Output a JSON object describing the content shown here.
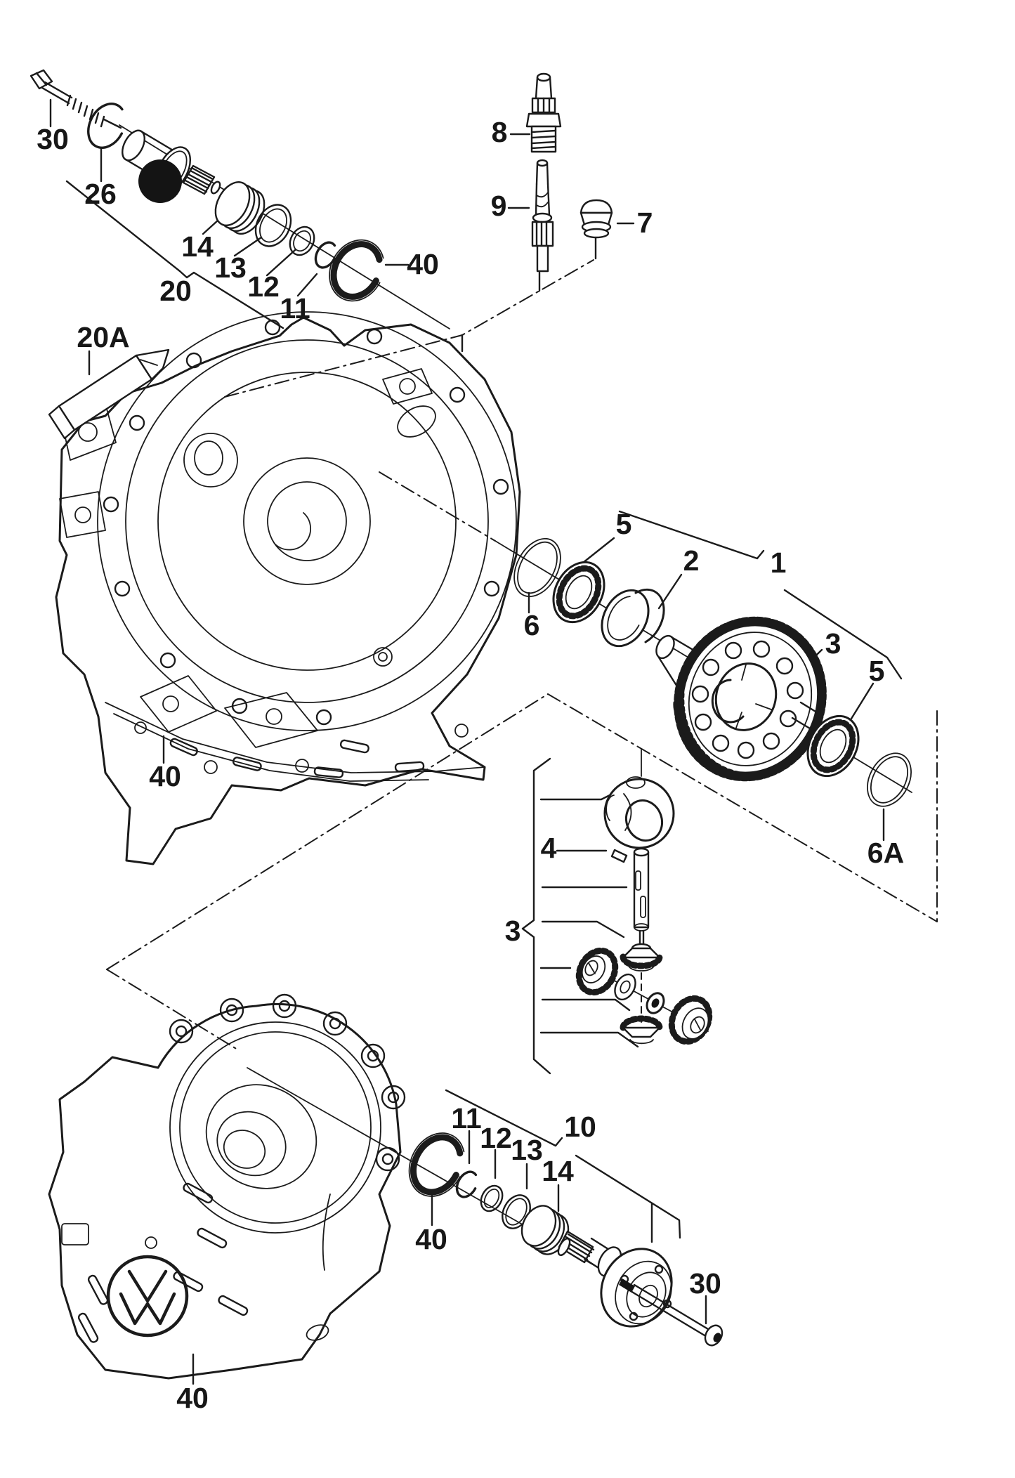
{
  "page": {
    "background": "#ffffff",
    "line_color": "#1b1b1b",
    "highlight_fill": "#141414"
  },
  "diagram": {
    "kind": "exploded-parts-diagram",
    "subject": "gearbox differential, output flange and speedometer drive",
    "brand_icon": "vw-logo-icon",
    "visible_part_numbers": [
      "1",
      "2",
      "3",
      "4",
      "5",
      "6",
      "6A",
      "7",
      "8",
      "9",
      "10",
      "11",
      "12",
      "13",
      "14",
      "20",
      "20A",
      "26",
      "30",
      "40"
    ]
  },
  "callouts": [
    {
      "id": "30-top",
      "label": "30"
    },
    {
      "id": "26",
      "label": "26"
    },
    {
      "id": "14-top",
      "label": "14"
    },
    {
      "id": "13-top",
      "label": "13"
    },
    {
      "id": "12-top",
      "label": "12"
    },
    {
      "id": "11-top",
      "label": "11"
    },
    {
      "id": "40-top-seal",
      "label": "40"
    },
    {
      "id": "20",
      "label": "20"
    },
    {
      "id": "20A",
      "label": "20A"
    },
    {
      "id": "8",
      "label": "8"
    },
    {
      "id": "9",
      "label": "9"
    },
    {
      "id": "7",
      "label": "7"
    },
    {
      "id": "6",
      "label": "6"
    },
    {
      "id": "5-left",
      "label": "5"
    },
    {
      "id": "2",
      "label": "2"
    },
    {
      "id": "1",
      "label": "1"
    },
    {
      "id": "3-right",
      "label": "3"
    },
    {
      "id": "5-right",
      "label": "5"
    },
    {
      "id": "6A",
      "label": "6A"
    },
    {
      "id": "40-upper-housing",
      "label": "40"
    },
    {
      "id": "4",
      "label": "4"
    },
    {
      "id": "3-left",
      "label": "3"
    },
    {
      "id": "11-bottom",
      "label": "11"
    },
    {
      "id": "12-bottom",
      "label": "12"
    },
    {
      "id": "13-bottom",
      "label": "13"
    },
    {
      "id": "14-bottom",
      "label": "14"
    },
    {
      "id": "10",
      "label": "10"
    },
    {
      "id": "40-bottom-seal",
      "label": "40"
    },
    {
      "id": "30-bottom",
      "label": "30"
    },
    {
      "id": "40-lower-housing",
      "label": "40"
    }
  ]
}
